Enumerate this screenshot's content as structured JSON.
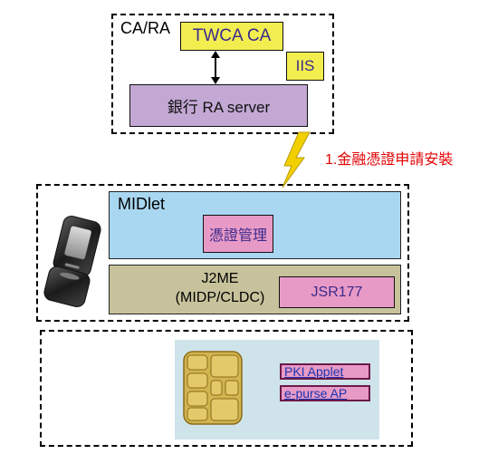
{
  "ca_group": {
    "label": "CA/RA",
    "twca": "TWCA CA",
    "iis": "IIS",
    "ra_server": "銀行 RA server"
  },
  "link_label": "1.金融憑證申請安裝",
  "phone_group": {
    "midlet": "MIDlet",
    "cert_mgmt": "憑證管理",
    "j2me_line1": "J2ME",
    "j2me_line2": "(MIDP/CLDC)",
    "jsr": "JSR177"
  },
  "sim_group": {
    "pki_applet": "PKI Applet",
    "epurse": "e-purse AP"
  },
  "colors": {
    "yellow": "#f2ee50",
    "lavender": "#c3a8d4",
    "blue": "#a9d7f1",
    "olive": "#c8c29c",
    "pink": "#e89ac6",
    "sim_bg": "#cfe4ea",
    "chip_gold": "#d2b450",
    "lightning": "#f2d000",
    "red_text": "#e30000",
    "purple_text": "#4b2a8c",
    "blue_text": "#1a35b0"
  },
  "icons": {
    "phone": "flip-phone-icon",
    "lightning": "lightning-bolt-icon",
    "arrow": "double-arrow-icon",
    "chip": "sim-chip-icon"
  }
}
